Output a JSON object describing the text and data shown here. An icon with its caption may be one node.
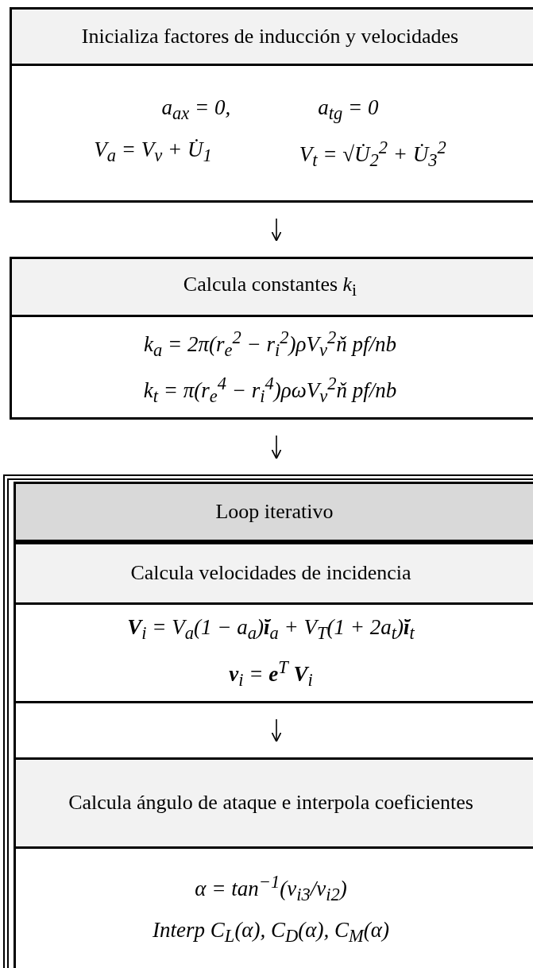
{
  "diagram": {
    "nodes": [
      {
        "text": [
          "Inicializa factores de inducción y velocidades",
          "a$_{ax}$ = 0,",
          "a$_{tg}$ = 0",
          "V$_{a}$ = V$_{v}$ + U̇$_{1}$",
          "V$_{t}$ = √U̇$_{2}$$^{2}$ + U̇$_{3}$$^{2}$"
        ]
      },
      {
        "text": [
          "Calcula constantes *k*$_{i}$",
          "k$_{a}$ = 2π(r$_{e}$$^{2}$ − r$_{i}$$^{2}$)ρV$_{v}$$^{2}$ň pf/nb",
          "k$_{t}$ = π(r$_{e}$$^{4}$ − r$_{i}$$^{4}$)ρωV$_{v}$$^{2}$ň pf/nb"
        ]
      },
      {
        "text": [
          "Loop iterativo"
        ]
      },
      {
        "text": [
          "Calcula velocidades de incidencia",
          "**V**$_{i}$ = V$_{a}$(1 − a$_{a}$)**ĭ**$_{a}$ + V$_{T}$(1 + 2a$_{t}$)**ĭ**$_{t}$",
          "**v**$_{i}$ = **e**$^{T}$ **V**$_{i}$"
        ],
        "in": 2
      },
      {
        "text": [
          "Calcula ángulo de ataque e interpola coeficientes",
          "α = tan$^{−1}$(v$_{i3}$/v$_{i2}$)",
          "Interp C$_{L}$(α), C$_{D}$(α), C$_{M}$(α)"
        ],
        "in": 2
      }
    ],
    "edges": [
      {
        "from": 0,
        "to": 1,
        "arrow": "to"
      },
      {
        "from": 1,
        "to": 2,
        "arrow": "to"
      },
      {
        "from": 3,
        "to": 4,
        "arrow": "to"
      }
    ]
  }
}
